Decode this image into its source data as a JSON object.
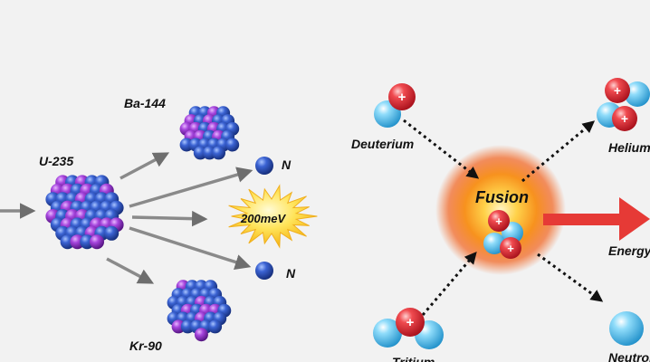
{
  "fission": {
    "parent": "U-235",
    "product_top": "Ba-144",
    "product_bottom": "Kr-90",
    "neutron_top": "N",
    "neutron_bottom": "N",
    "energy": "200meV"
  },
  "fusion": {
    "center": "Fusion",
    "input_top": "Deuterium",
    "input_bottom": "Tritium",
    "output_top": "Helium",
    "output_right": "Energy",
    "output_bottom": "Neutron"
  },
  "colors": {
    "background": "#f2f2f2",
    "proton": "#e8303a",
    "neutron_light": "#5bc8f0",
    "nucleon_purple": "#8e2bc6",
    "nucleon_blue": "#2c55c0",
    "fusion_glow": "#f57a1c",
    "energy_arrow": "#e63a36",
    "arrow": "#7a7a7a"
  }
}
